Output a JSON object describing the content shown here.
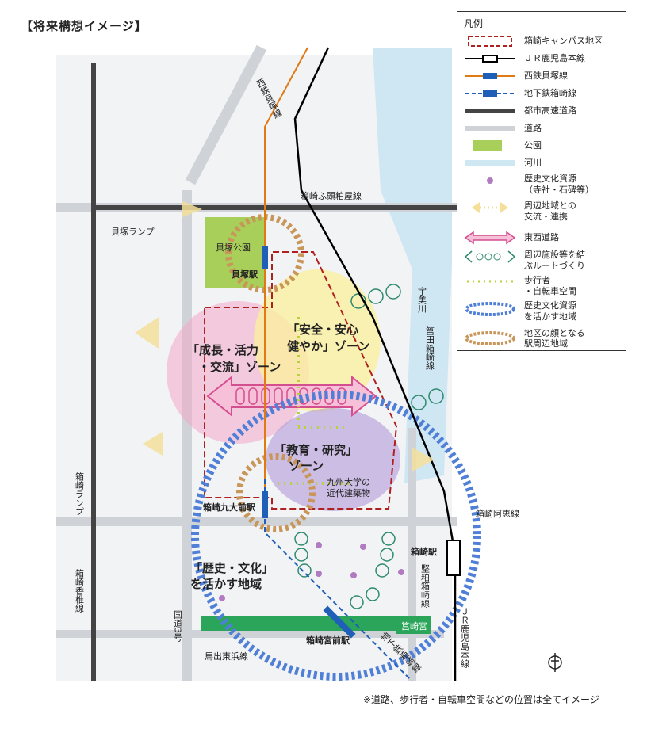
{
  "title": "【将来構想イメージ】",
  "footnote": "※道路、歩行者・自転車空間などの位置は全てイメージ",
  "legend": {
    "heading": "凡例",
    "items": [
      {
        "key": "campus",
        "label": "箱崎キャンパス地区",
        "color": "#b02020"
      },
      {
        "key": "jr",
        "label": "ＪＲ鹿児島本線",
        "color": "#000000"
      },
      {
        "key": "nishitetsu",
        "label": "西鉄貝塚線",
        "color": "#e07a12"
      },
      {
        "key": "subway",
        "label": "地下鉄箱崎線",
        "color": "#1f5fb8"
      },
      {
        "key": "expressway",
        "label": "都市高速道路",
        "color": "#444444"
      },
      {
        "key": "road",
        "label": "道路",
        "color": "#cfd3d8"
      },
      {
        "key": "park",
        "label": "公園",
        "color": "#a8cf5a"
      },
      {
        "key": "river",
        "label": "河川",
        "color": "#cfe6f3"
      },
      {
        "key": "heritage",
        "label": "歴史文化資源",
        "label2": "（寺社・石碑等）",
        "color": "#b07bc0"
      },
      {
        "key": "exchange",
        "label": "周辺地域との",
        "label2": "交流・連携",
        "color": "#f5df9a"
      },
      {
        "key": "eastwest",
        "label": "東西道路",
        "color": "#d44f8f"
      },
      {
        "key": "route",
        "label": "周辺施設等を結",
        "label2": "ぶルートづくり",
        "color": "#2e8a6e"
      },
      {
        "key": "pedestrian",
        "label": "歩行者",
        "label2": "・自転車空間",
        "color": "#b7d33a"
      },
      {
        "key": "heritage_area",
        "label": "歴史文化資源",
        "label2": "を活かす地域",
        "color": "#4f7fd6"
      },
      {
        "key": "station_area",
        "label": "地区の顔となる",
        "label2": "駅周辺地域",
        "color": "#c9965a"
      }
    ]
  },
  "map": {
    "roads": {
      "hakozaki_fukuoka": "箱崎ふ頭粕屋線",
      "hakozaki_ramp": "箱崎ランプ",
      "kaizuka_ramp": "貝塚ランプ",
      "hakozaki_ae": "箱崎阿恵線",
      "katakasu_hakozaki": "堅粕箱崎線",
      "hakozaki_kashii": "箱崎香椎線",
      "route3": "国道3号",
      "umade_higashihama": "馬出東浜線",
      "itazuke_hakozaki": "筥田箱崎線"
    },
    "river": "宇美川",
    "park": "貝塚公園",
    "shrine": "筥崎宮",
    "stations": {
      "kaizuka": "貝塚駅",
      "kyudaimae": "箱崎九大前駅",
      "hakozaki": "箱崎駅",
      "miyamae": "箱崎宮前駅"
    },
    "lines": {
      "nishitetsu": "西鉄貝塚線",
      "subway": "地下鉄箱崎線",
      "jr": "ＪＲ鹿児島本線"
    },
    "zones": {
      "growth_l1": "「成長・活力",
      "growth_l2": "・交流」ゾーン",
      "safety_l1": "「安全・安心",
      "safety_l2": "健やか」ゾーン",
      "edu_l1": "「教育・研究」",
      "edu_l2": "ゾーン",
      "history_l1": "「歴史・文化」",
      "history_l2": "を活かす地域"
    },
    "building_l1": "九州大学の",
    "building_l2": "近代建築物"
  }
}
